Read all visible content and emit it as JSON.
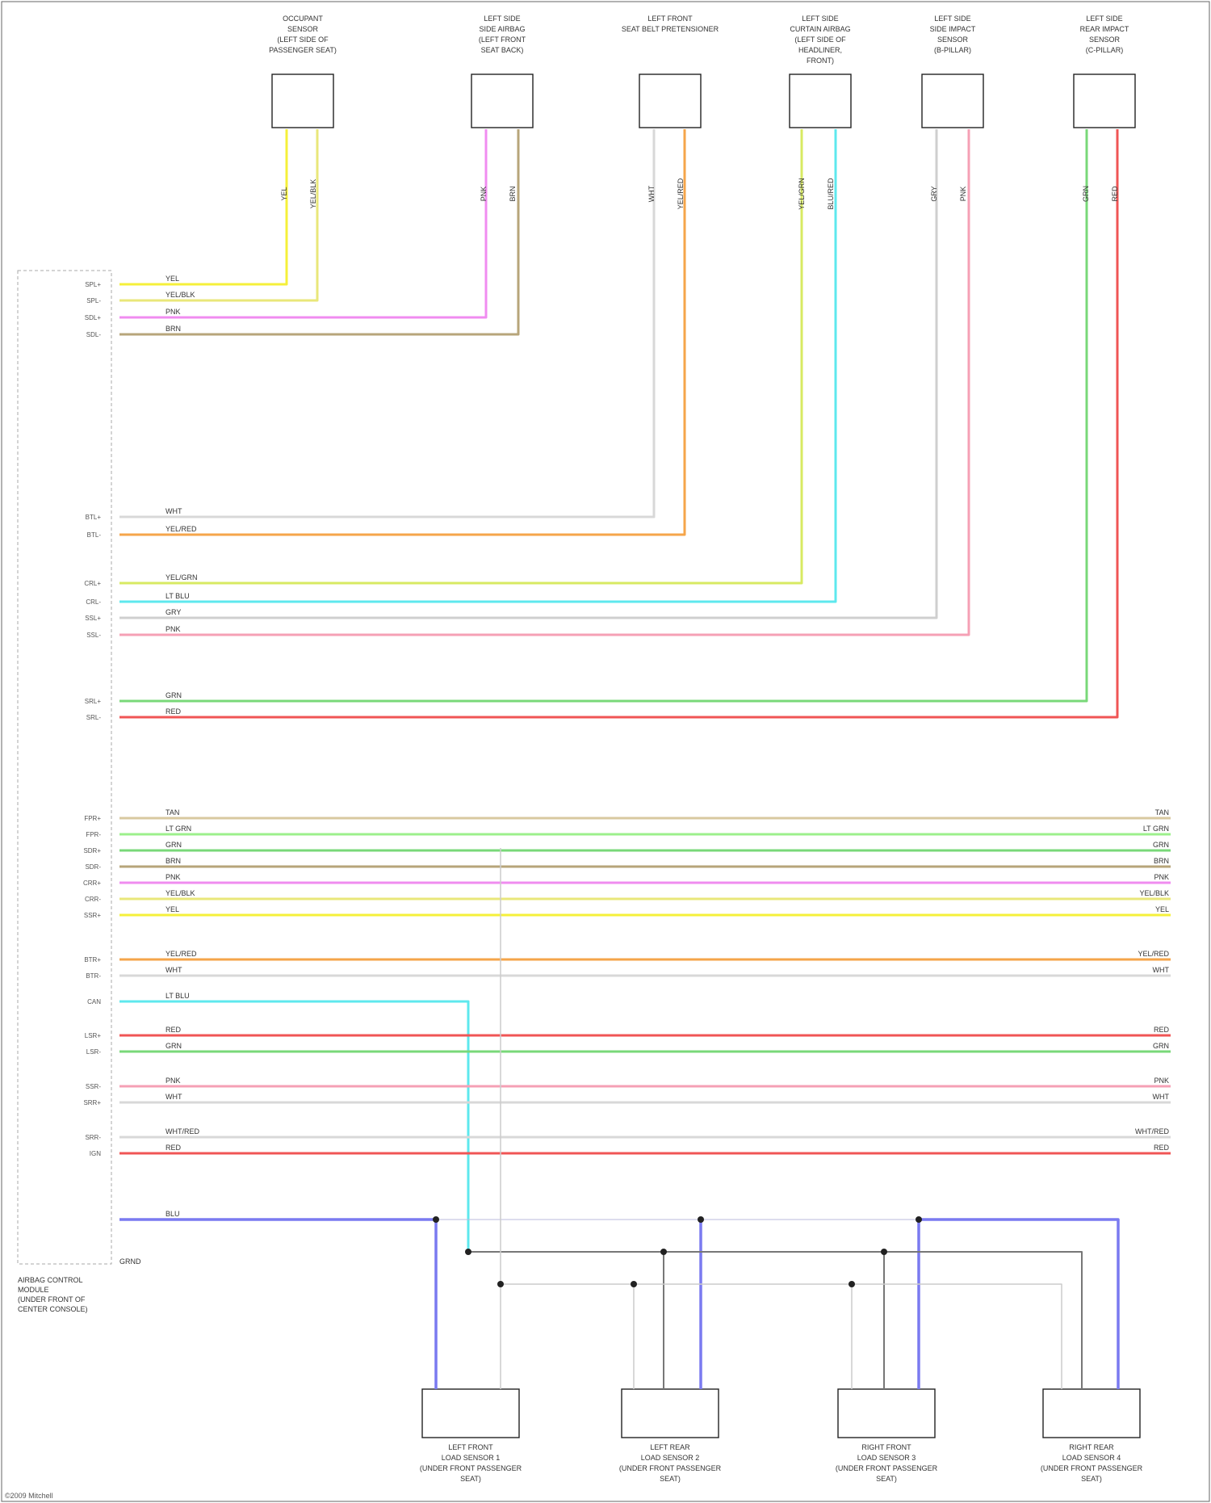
{
  "diagram": {
    "top_components": [
      {
        "id": "c1",
        "label_lines": [
          "OCCUPANT",
          "SENSOR",
          "(LEFT SIDE OF",
          "PASSENGER SEAT)"
        ],
        "wire_labels": [
          "YEL",
          "YEL/BLK"
        ]
      },
      {
        "id": "c2",
        "label_lines": [
          "LEFT SIDE",
          "SIDE AIRBAG",
          "(LEFT FRONT",
          "SEAT BACK)"
        ],
        "wire_labels": [
          "PNK",
          "BRN"
        ]
      },
      {
        "id": "c3",
        "label_lines": [
          "LEFT FRONT",
          "SEAT BELT PRETENSIONER"
        ],
        "wire_labels": [
          "WHT",
          "YEL/RED"
        ]
      },
      {
        "id": "c4",
        "label_lines": [
          "LEFT SIDE",
          "CURTAIN AIRBAG",
          "(LEFT SIDE OF",
          "HEADLINER,",
          "FRONT)"
        ],
        "wire_labels": [
          "YEL/GRN",
          "BLU/RED"
        ]
      },
      {
        "id": "c5",
        "label_lines": [
          "LEFT SIDE",
          "SIDE IMPACT",
          "SENSOR",
          "(B-PILLAR)"
        ],
        "wire_labels": [
          "GRY",
          "PNK"
        ]
      },
      {
        "id": "c6",
        "label_lines": [
          "LEFT SIDE",
          "REAR IMPACT",
          "SENSOR",
          "(C-PILLAR)"
        ],
        "wire_labels": [
          "GRN",
          "RED"
        ]
      }
    ],
    "module": {
      "label_lines": [
        "AIRBAG CONTROL",
        "MODULE",
        "(UNDER FRONT OF",
        "CENTER CONSOLE)"
      ]
    },
    "upper_wires": [
      {
        "id": "w1",
        "pin_name": "SPL+",
        "color": "YEL"
      },
      {
        "id": "w2",
        "pin_name": "SPL-",
        "color": "YEL/BLK"
      },
      {
        "id": "w3",
        "pin_name": "SDL+",
        "color": "PNK"
      },
      {
        "id": "w4",
        "pin_name": "SDL-",
        "color": "BRN"
      },
      {
        "id": "w5",
        "pin_name": "BTL+",
        "color": "WHT"
      },
      {
        "id": "w6",
        "pin_name": "BTL-",
        "color": "YEL/RED"
      },
      {
        "id": "w7",
        "pin_name": "CRL+",
        "color": "YEL/GRN"
      },
      {
        "id": "w8",
        "pin_name": "CRL-",
        "color": "LT BLU"
      },
      {
        "id": "w9",
        "pin_name": "SSL+",
        "color": "GRY"
      },
      {
        "id": "w10",
        "pin_name": "SSL-",
        "color": "PNK"
      },
      {
        "id": "w11",
        "pin_name": "SRL+",
        "color": "GRN"
      },
      {
        "id": "w12",
        "pin_name": "SRL-",
        "color": "RED"
      }
    ],
    "lower_wires": [
      {
        "id": "r1",
        "pin_name": "FPR+",
        "left_label": "TAN",
        "right_label": "TAN"
      },
      {
        "id": "r2",
        "pin_name": "FPR-",
        "left_label": "LT GRN",
        "right_label": "LT GRN"
      },
      {
        "id": "r3",
        "pin_name": "SDR+",
        "left_label": "GRN",
        "right_label": "GRN"
      },
      {
        "id": "r4",
        "pin_name": "SDR-",
        "left_label": "BRN",
        "right_label": "BRN"
      },
      {
        "id": "r5",
        "pin_name": "CRR+",
        "left_label": "PNK",
        "right_label": "PNK"
      },
      {
        "id": "r6",
        "pin_name": "CRR-",
        "left_label": "YEL/BLK",
        "right_label": "YEL/BLK"
      },
      {
        "id": "r7",
        "pin_name": "SSR+",
        "left_label": "YEL",
        "right_label": "YEL"
      },
      {
        "id": "r8",
        "pin_name": "BTR+",
        "left_label": "YEL/RED",
        "right_label": "YEL/RED"
      },
      {
        "id": "r9",
        "pin_name": "BTR-",
        "left_label": "WHT",
        "right_label": "WHT"
      },
      {
        "id": "r10",
        "pin_name": "CAN",
        "left_label": "LT BLU",
        "right_label": ""
      },
      {
        "id": "r11",
        "pin_name": "LSR+",
        "left_label": "RED",
        "right_label": "RED"
      },
      {
        "id": "r12",
        "pin_name": "LSR-",
        "left_label": "GRN",
        "right_label": "GRN"
      },
      {
        "id": "r13",
        "pin_name": "SSR-",
        "left_label": "PNK",
        "right_label": "PNK"
      },
      {
        "id": "r14",
        "pin_name": "SRR+",
        "left_label": "WHT",
        "right_label": "WHT"
      },
      {
        "id": "r15",
        "pin_name": "SRR-",
        "left_label": "WHT/RED",
        "right_label": "WHT/RED"
      },
      {
        "id": "r16",
        "pin_name": "IGN",
        "left_label": "RED",
        "right_label": "RED"
      }
    ],
    "bus_label": "BLU",
    "ground_label": "GRND",
    "bottom_components": [
      {
        "id": "b1",
        "label_lines": [
          "LEFT FRONT",
          "LOAD SENSOR 1",
          "(UNDER FRONT PASSENGER",
          "SEAT)"
        ]
      },
      {
        "id": "b2",
        "label_lines": [
          "LEFT REAR",
          "LOAD SENSOR 2",
          "(UNDER FRONT PASSENGER",
          "SEAT)"
        ]
      },
      {
        "id": "b3",
        "label_lines": [
          "RIGHT FRONT",
          "LOAD SENSOR 3",
          "(UNDER FRONT PASSENGER",
          "SEAT)"
        ]
      },
      {
        "id": "b4",
        "label_lines": [
          "RIGHT REAR",
          "LOAD SENSOR 4",
          "(UNDER FRONT PASSENGER",
          "SEAT)"
        ]
      }
    ],
    "colors": {
      "YEL": "#f5f03a",
      "YEL/BLK": "#e9e77a",
      "PNK": "#f08cf0",
      "BRN": "#b7a57a",
      "WHT": "#d8d8d8",
      "YEL/RED": "#f5a54a",
      "YEL/GRN": "#d8ea62",
      "LT BLU": "#5ee8ee",
      "GRY": "#cfcfcf",
      "PNK2": "#f5a0b5",
      "GRN": "#79d879",
      "RED": "#f05555",
      "TAN": "#d8c9a0",
      "LT GRN": "#9cf08c",
      "BLU": "#7a7af0",
      "BLK": "#555555"
    },
    "footer": "©2009 Mitchell"
  }
}
